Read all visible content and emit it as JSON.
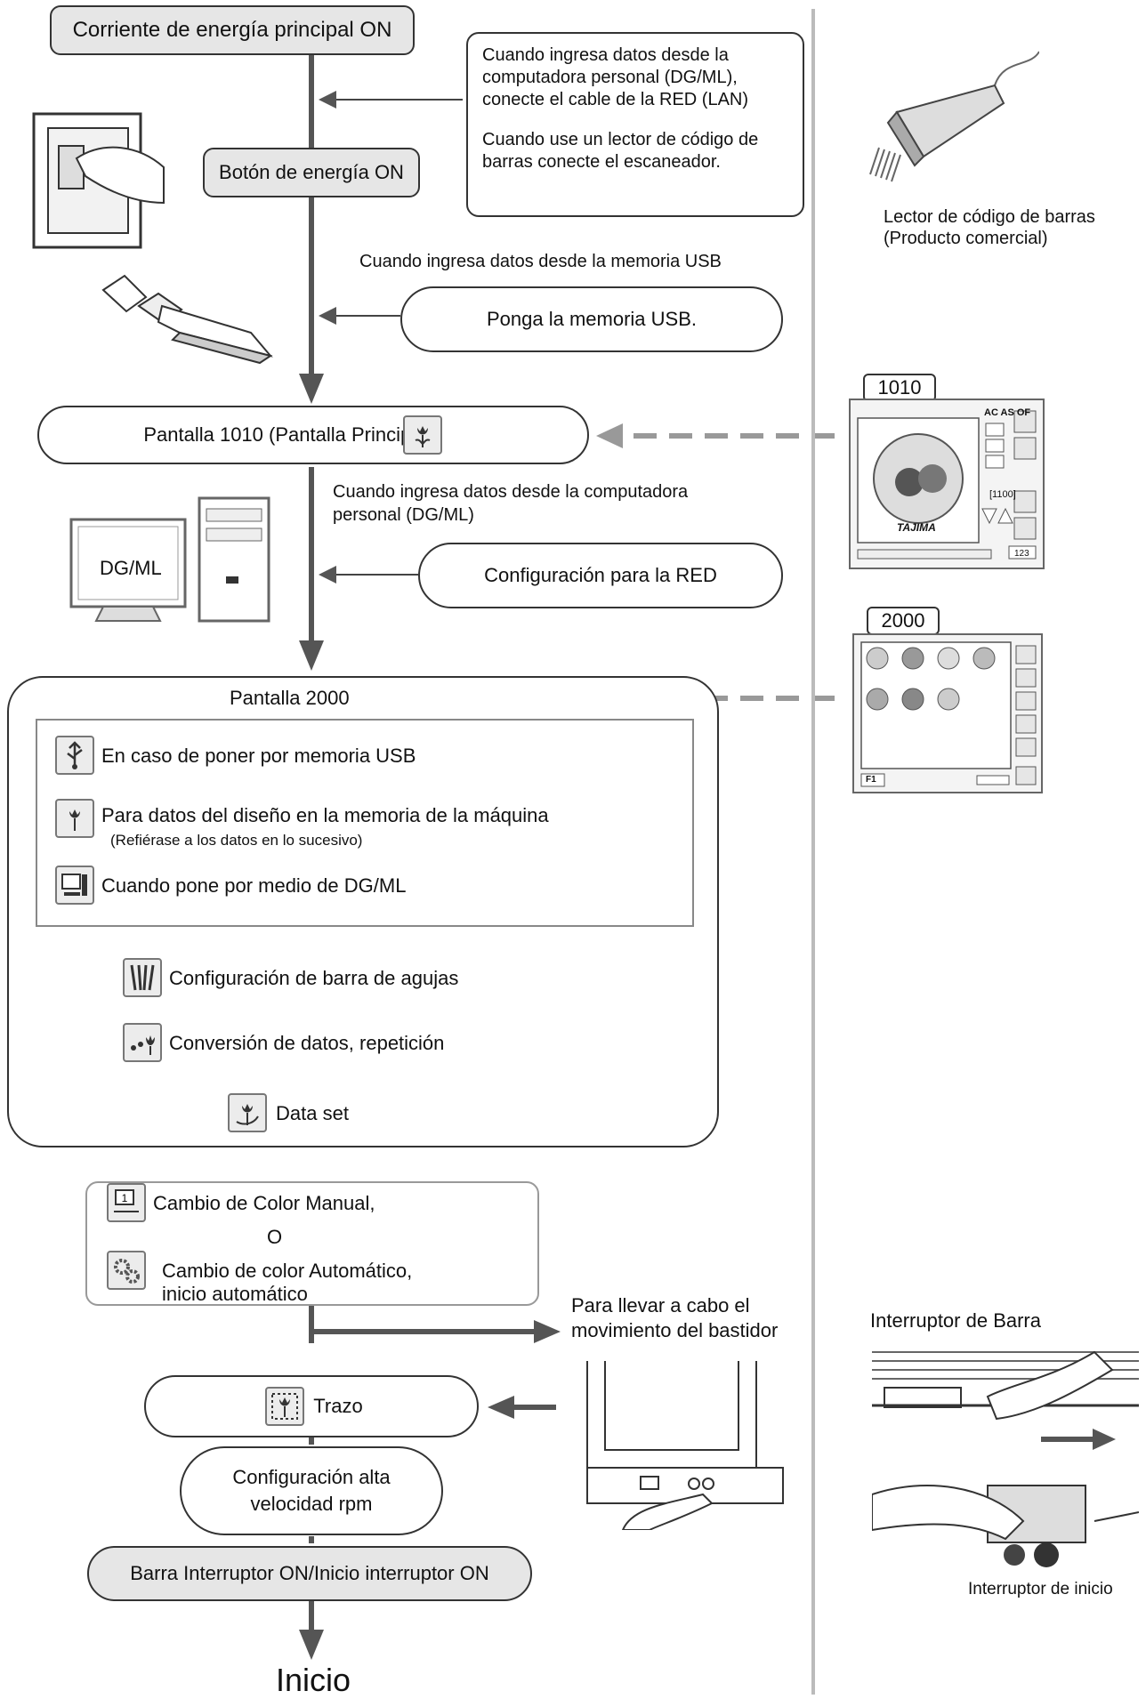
{
  "steps": {
    "power_main": "Corriente de energía principal ON",
    "power_button": "Botón de energía ON",
    "usb_insert": "Ponga la memoria USB.",
    "screen_1010": "Pantalla 1010 (Pantalla Principal)",
    "network_setup": "Configuración para la RED",
    "screen_2000": "Pantalla 2000",
    "start": "Inicio"
  },
  "notes": {
    "lan_note_line1": "Cuando ingresa datos desde la",
    "lan_note_line2": "computadora personal (DG/ML),",
    "lan_note_line3": "conecte el cable de la RED (LAN)",
    "barcode_note_line1": "Cuando use un lector de código de",
    "barcode_note_line2": "barras conecte el escaneador.",
    "usb_title": "Cuando ingresa datos desde la memoria USB",
    "pc_title_line1": "Cuando ingresa datos desde la computadora",
    "pc_title_line2": "personal (DG/ML)",
    "frame_move_line1": "Para llevar a cabo el",
    "frame_move_line2": "movimiento del bastidor"
  },
  "options": {
    "usb": "En caso de poner por memoria USB",
    "machine_memory": "Para datos del diseño en la memoria de la máquina",
    "machine_memory_note": "(Refiérase a los datos en lo sucesivo)",
    "dgml": "Cuando pone por medio de DG/ML",
    "needle_bar": "Configuración de barra de agujas",
    "conversion": "Conversión de datos, repetición",
    "data_set": "Data set"
  },
  "color": {
    "manual": "Cambio de Color Manual,",
    "or": "O",
    "auto_line1": "Cambio de color Automático,",
    "auto_line2": "inicio automático"
  },
  "lower": {
    "trace": "Trazo",
    "speed_line1": "Configuración alta",
    "speed_line2": "velocidad rpm",
    "switch_on": "Barra Interruptor ON/Inicio interruptor ON"
  },
  "right": {
    "barcode_line1": "Lector de código de barras",
    "barcode_line2": "(Producto comercial)",
    "screen_tag_1010": "1010",
    "screen_tag_2000": "2000",
    "bar_switch": "Interruptor de Barra",
    "start_switch": "Interruptor de inicio",
    "pc_label": "DG/ML",
    "brand": "TAJIMA",
    "screen_1010_text": "AC AS OF",
    "screen_1010_value": "[1100]",
    "screen_1010_counter": "123",
    "screen_2000_key": "F1"
  }
}
